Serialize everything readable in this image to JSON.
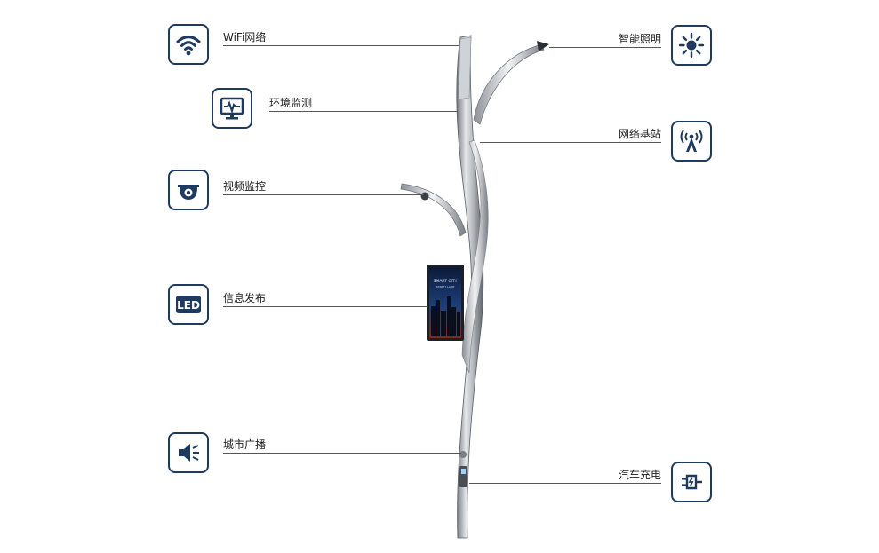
{
  "features_left": [
    {
      "label": "WiFi网络",
      "icon": "wifi-icon"
    },
    {
      "label": "环境监测",
      "icon": "monitor-icon"
    },
    {
      "label": "视频监控",
      "icon": "camera-icon"
    },
    {
      "label": "信息发布",
      "icon": "led-icon",
      "icon_text": "LED"
    },
    {
      "label": "城市广播",
      "icon": "speaker-icon"
    }
  ],
  "features_right": [
    {
      "label": "智能照明",
      "icon": "sun-icon"
    },
    {
      "label": "网络基站",
      "icon": "antenna-icon"
    },
    {
      "label": "汽车充电",
      "icon": "charging-icon"
    }
  ],
  "screen": {
    "line1": "SMART CITY",
    "line2": "STREET LAMP"
  },
  "colors": {
    "icon_border": "#1e3a5f",
    "leader_line": "#555555",
    "pole": "#a9adb2"
  }
}
